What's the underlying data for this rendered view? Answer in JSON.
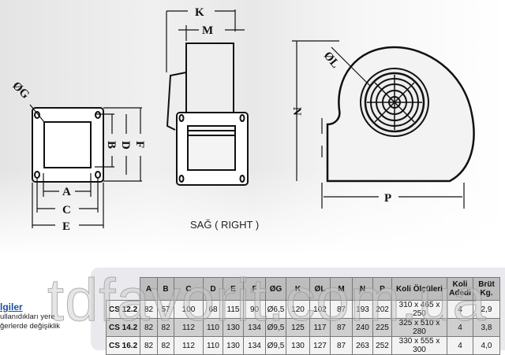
{
  "diagram": {
    "labels": {
      "K": "K",
      "M": "M",
      "G": "ØG",
      "L": "ØL",
      "N": "N",
      "P": "P",
      "A": "A",
      "B": "B",
      "C": "C",
      "D": "D",
      "E": "E",
      "F": "F"
    },
    "caption": "SAĞ ( RIGHT )"
  },
  "info": {
    "title": "lgiler",
    "line1": "ullanıdıkları yere",
    "line2": "ğerlerde değişiklik"
  },
  "watermark": "tdfavorit.com.ua",
  "table": {
    "headers": [
      "",
      "A",
      "B",
      "C",
      "D",
      "E",
      "F",
      "ØG",
      "K",
      "ØL",
      "M",
      "N",
      "P",
      "Koli Ölçüleri",
      "Koli Adedi",
      "Brüt Kg."
    ],
    "rows": [
      [
        "CS 12.2",
        "82",
        "57",
        "100",
        "68",
        "115",
        "90",
        "Ø6,5",
        "120",
        "102",
        "87",
        "193",
        "202",
        "310 x 465 x 250",
        "4",
        "2,9"
      ],
      [
        "CS 14.2",
        "82",
        "82",
        "112",
        "110",
        "130",
        "134",
        "Ø9,5",
        "125",
        "117",
        "87",
        "240",
        "225",
        "325 x 510 x 280",
        "4",
        "3,8"
      ],
      [
        "CS 16.2",
        "82",
        "82",
        "112",
        "110",
        "130",
        "134",
        "Ø9,5",
        "130",
        "127",
        "87",
        "263",
        "252",
        "330 x 555 x 300",
        "4",
        "4,0"
      ]
    ]
  }
}
